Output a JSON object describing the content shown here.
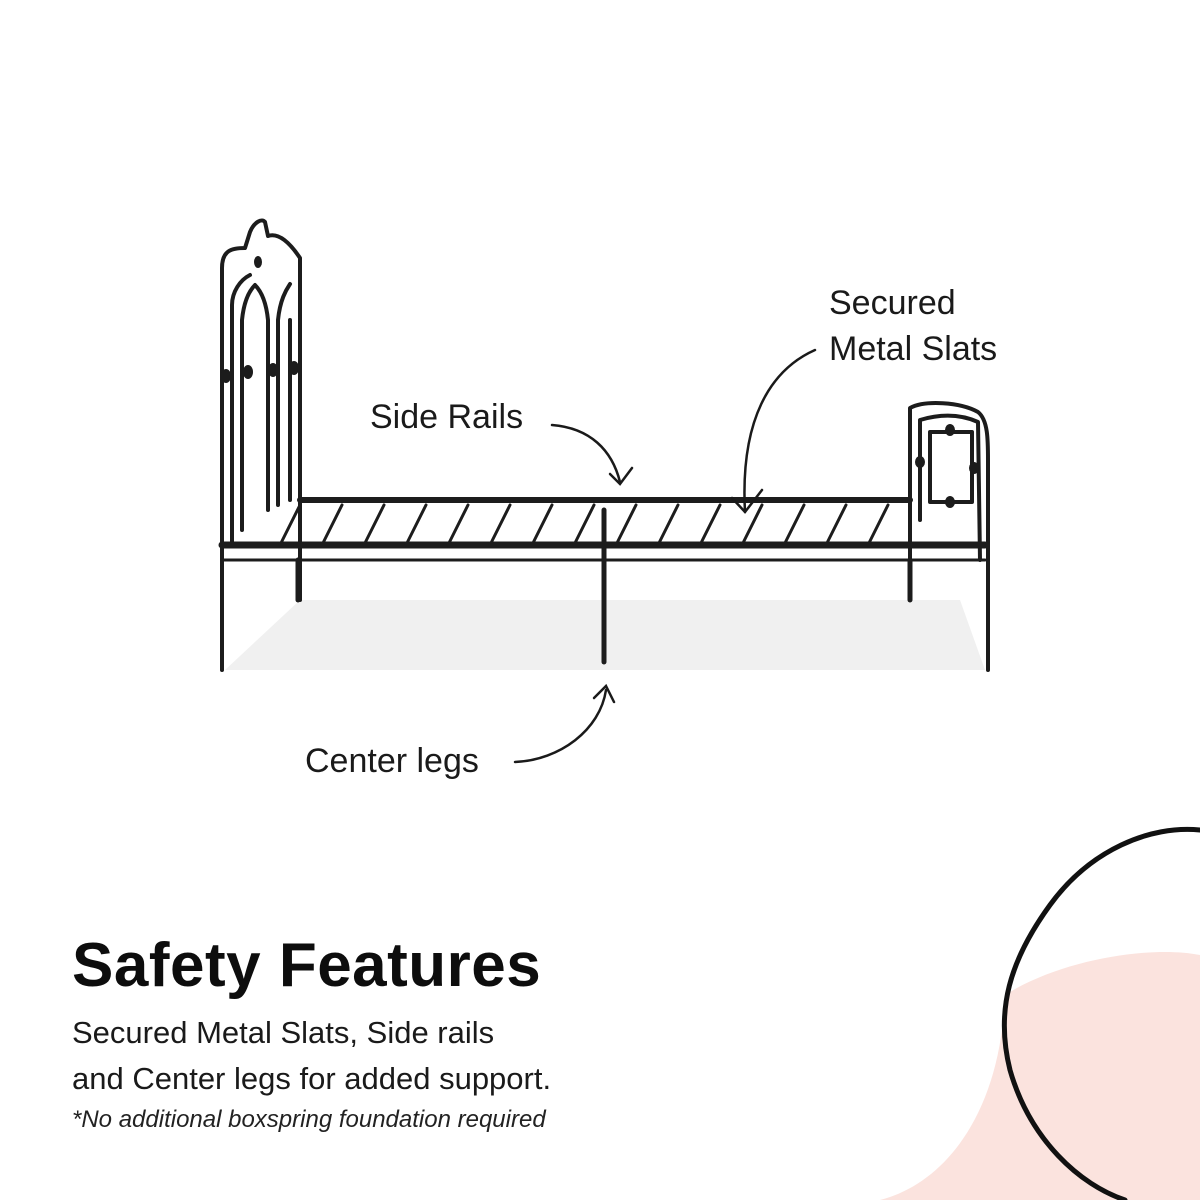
{
  "callouts": {
    "slats_line1": "Secured",
    "slats_line2": "Metal Slats",
    "side_rails": "Side Rails",
    "center_legs": "Center legs"
  },
  "headline": "Safety Features",
  "body": {
    "line1": "Secured Metal Slats, Side rails",
    "line2": "and Center legs for added support."
  },
  "footnote": "*No additional boxspring foundation required",
  "colors": {
    "background": "#ffffff",
    "frame": "#1c1c1c",
    "accent_blob": "#fbe3de",
    "outline": "#111111",
    "shadow": "#f0f0f0"
  },
  "icons": {
    "product": "metal-bed-frame-illustration",
    "arrows": "curved-callout-arrow",
    "decoration": "blob-outline-decoration"
  }
}
